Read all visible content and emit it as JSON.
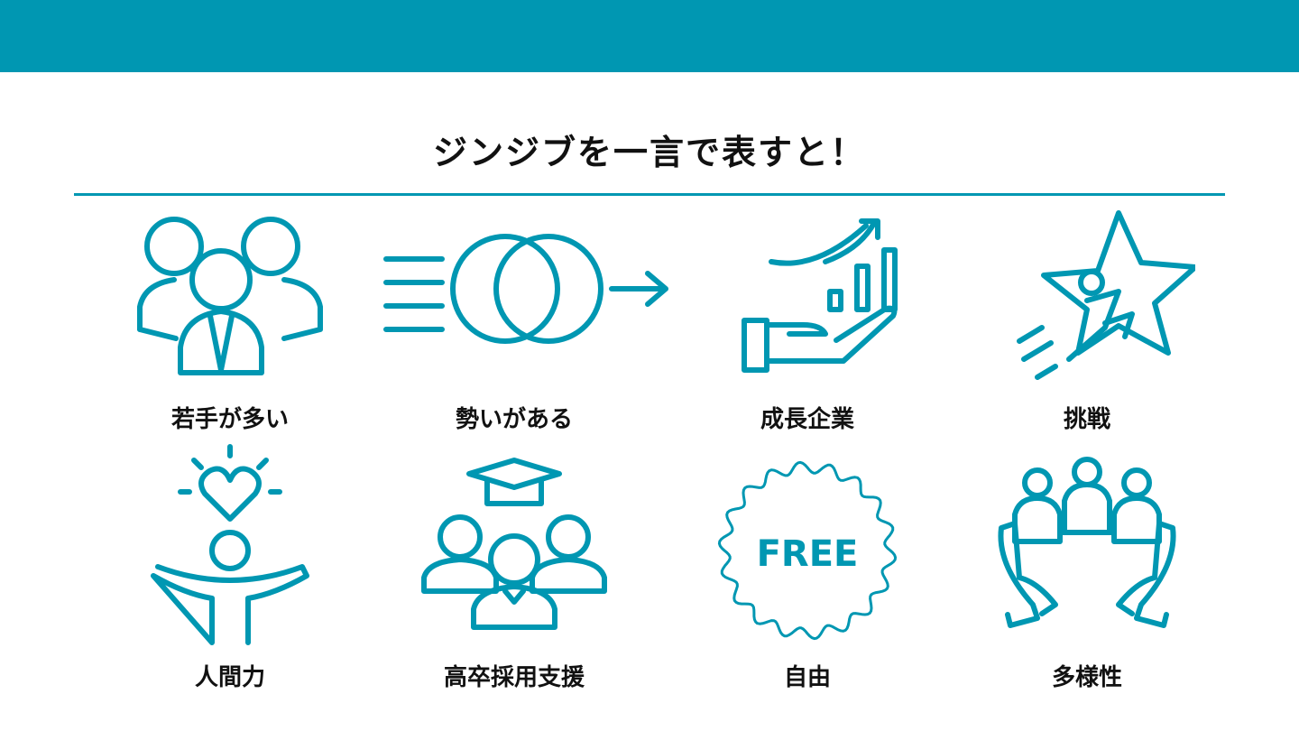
{
  "title": "ジンジブを一言で表すと！",
  "colors": {
    "accent": "#0097b2",
    "text": "#111111"
  },
  "items": [
    {
      "label": "若手が多い",
      "icon": "people-group-icon"
    },
    {
      "label": "勢いがある",
      "icon": "momentum-icon"
    },
    {
      "label": "成長企業",
      "icon": "growth-chart-hand-icon"
    },
    {
      "label": "挑戦",
      "icon": "star-runner-icon"
    },
    {
      "label": "人間力",
      "icon": "person-heart-icon"
    },
    {
      "label": "高卒採用支援",
      "icon": "graduates-icon"
    },
    {
      "label": "自由",
      "icon": "free-badge-icon",
      "badge_text": "FREE"
    },
    {
      "label": "多様性",
      "icon": "hands-people-icon"
    }
  ]
}
